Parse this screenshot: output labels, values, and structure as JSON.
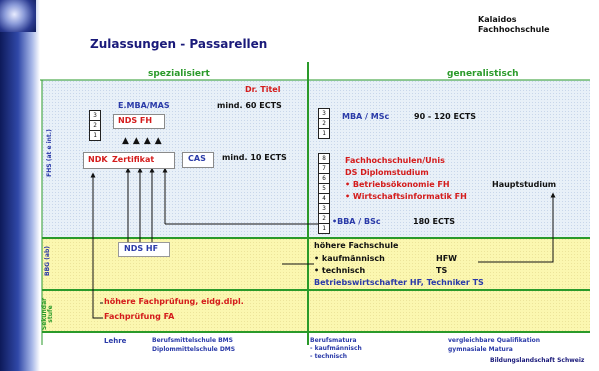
{
  "header": {
    "title": "Zulassungen - Passarellen",
    "institution_line1": "Kalaidos",
    "institution_line2": "Fachhochschule"
  },
  "columns": {
    "left": "spezialisiert",
    "right": "generalistisch"
  },
  "bands": {
    "fhs": "FHS (at e int.)",
    "bbg": "BBG (ab)",
    "sek": "Sekundar stufe"
  },
  "left": {
    "dr_titel": "Dr. Titel",
    "emba": "E.MBA/MAS",
    "mind60": "mind. 60 ECTS",
    "ndsfh": "NDS FH",
    "ndk": "NDK",
    "zertifikat": "Zertifikat",
    "cas": "CAS",
    "mind10": "mind. 10 ECTS",
    "ndshf": "NDS HF",
    "hoehere_pruefung": "höhere Fachprüfung, eidg.dipl.",
    "fachpruefung": "Fachprüfung FA",
    "stack3": [
      "3",
      "2",
      "1"
    ]
  },
  "right": {
    "mba": "MBA / MSc",
    "ects90": "90 - 120 ECTS",
    "fh_unis": "Fachhochschulen/Unis",
    "ds_diplom": "DS Diplomstudium",
    "bwl": "• Betriebsökonomie FH",
    "winf": "• Wirtschaftsinformatik FH",
    "hauptstudium": "Hauptstudium",
    "bba": "•BBA / BSc",
    "ects180": "180 ECTS",
    "hoehere_fs": "höhere Fachschule",
    "kaufm": "• kaufmännisch",
    "hfw": "HFW",
    "techn": "• technisch",
    "ts": "TS",
    "bwhf": "Betriebswirtschafter HF, Techniker TS",
    "stack3": [
      "3",
      "2",
      "1"
    ],
    "stack_master": [
      "8",
      "7",
      "6",
      "5",
      "4",
      "3",
      "2",
      "1"
    ]
  },
  "bottom": {
    "lehre": "Lehre",
    "bms1": "Berufsmittelschule BMS",
    "bms2": "Diplommittelschule DMS",
    "bm1": "Berufsmatura",
    "bm2": "- kaufmännisch",
    "bm3": "- technisch",
    "vq1": "vergleichbare Qualifikation",
    "vq2": "gymnasiale Matura",
    "footer": "Bildungslandschaft Schweiz"
  }
}
